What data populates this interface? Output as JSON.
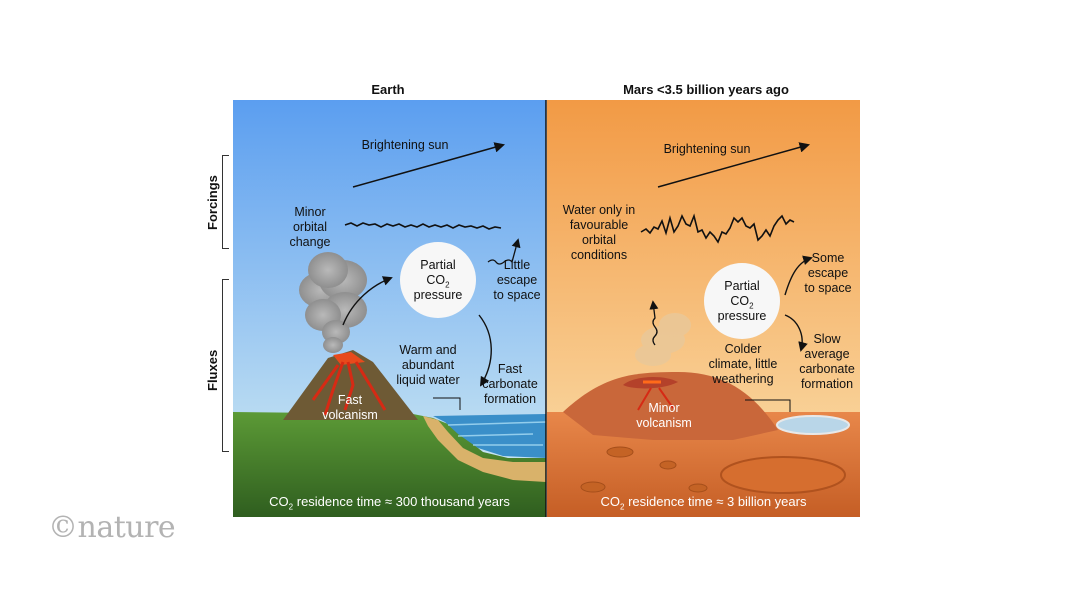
{
  "earth": {
    "title": "Earth",
    "brightening_sun": "Brightening sun",
    "orbital_change": [
      "Minor",
      "orbital",
      "change"
    ],
    "co2_circle": {
      "line1": "Partial",
      "co2_prefix": "CO",
      "co2_sub": "2",
      "line3": "pressure"
    },
    "escape": [
      "Little",
      "escape",
      "to space"
    ],
    "water": [
      "Warm and",
      "abundant",
      "liquid water"
    ],
    "carbonate": [
      "Fast",
      "carbonate",
      "formation"
    ],
    "volcanism": [
      "Fast",
      "volcanism"
    ],
    "residence": {
      "prefix": "CO",
      "sub": "2",
      "rest": " residence time ≈ 300 thousand years"
    }
  },
  "mars": {
    "title": "Mars <3.5 billion years ago",
    "brightening_sun": "Brightening sun",
    "orbital": [
      "Water only in",
      "favourable",
      "orbital",
      "conditions"
    ],
    "co2_circle": {
      "line1": "Partial",
      "co2_prefix": "CO",
      "co2_sub": "2",
      "line3": "pressure"
    },
    "escape": [
      "Some",
      "escape",
      "to space"
    ],
    "climate": [
      "Colder",
      "climate, little",
      "weathering"
    ],
    "carbonate": [
      "Slow",
      "average",
      "carbonate",
      "formation"
    ],
    "volcanism": [
      "Minor",
      "volcanism"
    ],
    "residence": {
      "prefix": "CO",
      "sub": "2",
      "rest": " residence time ≈ 3 billion years"
    }
  },
  "side_labels": {
    "forcings": "Forcings",
    "fluxes": "Fluxes"
  },
  "logo": {
    "symbol": "©",
    "text": "nature"
  },
  "colors": {
    "earth_sky_top": "#5b9ef0",
    "earth_sky_bottom": "#cde8f2",
    "earth_ground": "#4f8a2e",
    "mars_sky_top": "#f2a04f",
    "mars_sky_bottom": "#f9dca6",
    "mars_ground": "#d97a3a",
    "lava": "#e0301a"
  }
}
